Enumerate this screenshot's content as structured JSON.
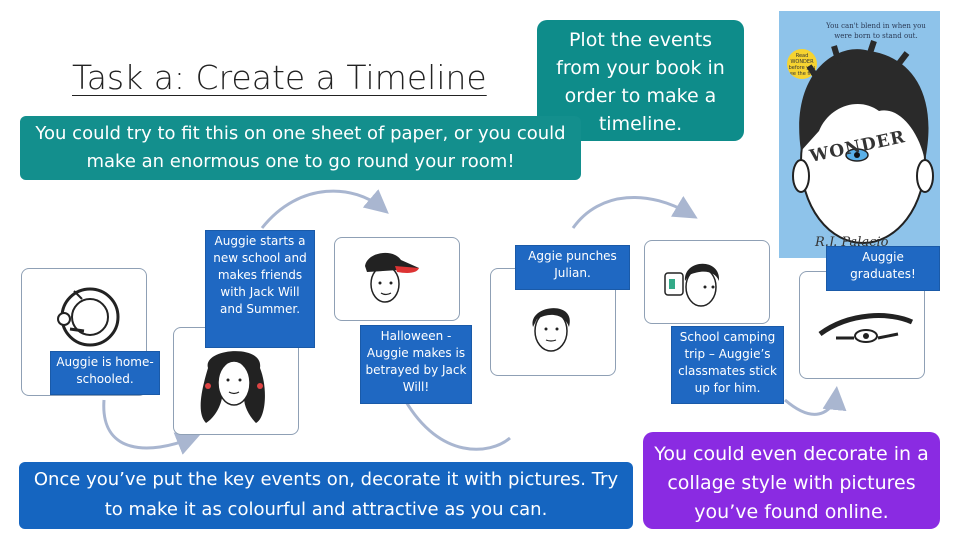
{
  "slide": {
    "title": "Task a: Create a Timeline",
    "instruction": "Plot the events from your book in order to make a timeline.",
    "subtitle": "You could try to fit this on one sheet of paper, or you could make an enormous one to go round your room!",
    "bottom_instruction": "Once you’ve put the key events on, decorate it with pictures. Try to make it as colourful and attractive as you can.",
    "collage_tip": "You could even decorate in a collage style with pictures you’ve found online."
  },
  "timeline": {
    "events": [
      "Auggie is home-schooled.",
      "Auggie starts a new school and makes friends with Jack Will and Summer.",
      "Halloween - Auggie makes is betrayed by Jack Will!",
      "Aggie punches Julian.",
      "School camping trip – Auggie’s classmates stick up for him.",
      "Auggie graduates!"
    ]
  },
  "book": {
    "tagline": "You can't blend in when you were born to stand out.",
    "badge": "Read WONDER before you see the film",
    "title": "WONDER",
    "author": "R.J. Palacio"
  },
  "colors": {
    "teal": "#0e8c8a",
    "blue": "#1565c0",
    "purple": "#8a2be2",
    "label_blue": "#1f68c2",
    "book_blue": "#8ec3ea"
  }
}
